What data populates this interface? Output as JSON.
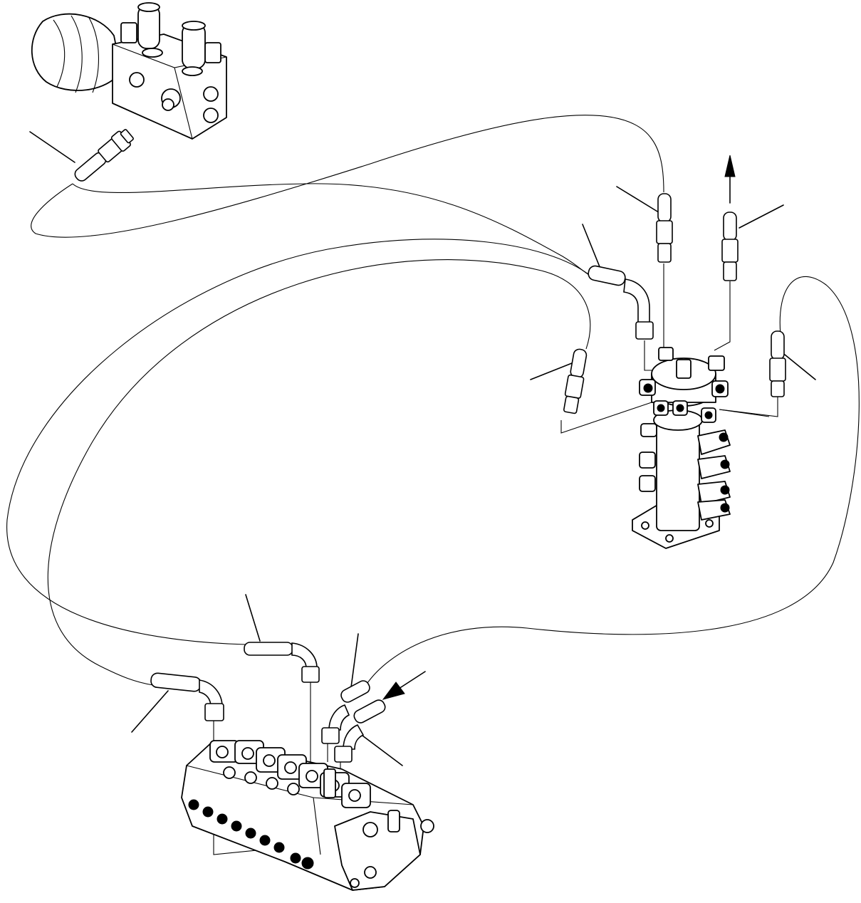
{
  "diagram": {
    "components": [
      {
        "id": "ppc-lock-solenoid-valve",
        "icon": "solenoid-valve-icon"
      },
      {
        "id": "swivel-joint",
        "icon": "swivel-joint-icon"
      },
      {
        "id": "control-valve",
        "icon": "control-valve-icon"
      }
    ],
    "hoses": [
      "hose-1",
      "hose-2",
      "hose-3",
      "hose-4",
      "hose-5",
      "hose-6",
      "hose-7",
      "hose-8",
      "hose-9",
      "hose-10",
      "hose-11"
    ],
    "flow_arrows": [
      {
        "id": "flow-arrow-up",
        "direction": "up"
      },
      {
        "id": "flow-arrow-in",
        "direction": "down-left"
      }
    ]
  }
}
